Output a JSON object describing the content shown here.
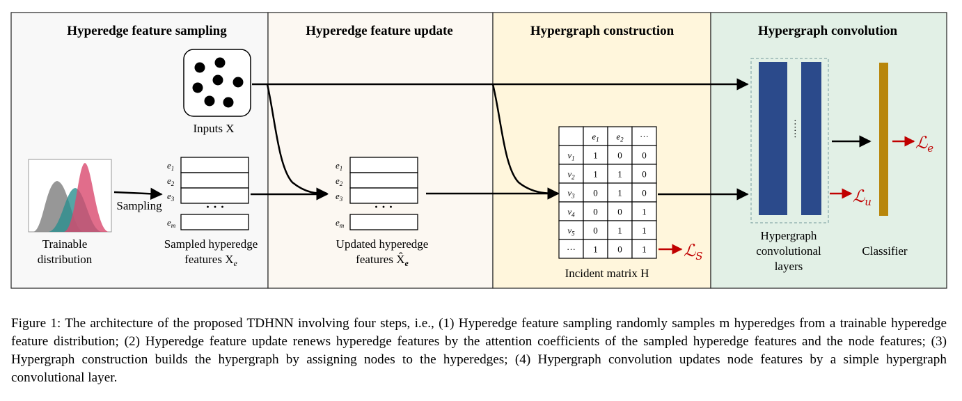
{
  "panels": {
    "sampling": {
      "title": "Hyperedge feature sampling",
      "bg": "#f8f8f8"
    },
    "update": {
      "title": "Hyperedge feature update",
      "bg": "#fcf8f2"
    },
    "construction": {
      "title": "Hypergraph construction",
      "bg": "#fff6dc"
    },
    "convolution": {
      "title": "Hypergraph convolution",
      "bg": "#e2f0e6"
    }
  },
  "labels": {
    "inputs": "Inputs X",
    "sampling_arrow": "Sampling",
    "trainable_1": "Trainable",
    "trainable_2": "distribution",
    "sampled_1": "Sampled hyperedge",
    "sampled_2": "features X",
    "sampled_sub": "e",
    "updated_1": "Updated hyperedge",
    "updated_2": "features X̂",
    "updated_sub": "e",
    "incident": "Incident matrix H",
    "hgc_1": "Hypergraph",
    "hgc_2": "convolutional",
    "hgc_3": "layers",
    "classifier": "Classifier"
  },
  "feature_rows": [
    "e1",
    "e2",
    "e3",
    "em"
  ],
  "feature_rows_display": [
    {
      "base": "e",
      "sub": "1"
    },
    {
      "base": "e",
      "sub": "2"
    },
    {
      "base": "e",
      "sub": "3"
    },
    {
      "base": "e",
      "sub": "m"
    }
  ],
  "incident_matrix": {
    "col_headers": [
      {
        "base": "",
        "sub": ""
      },
      {
        "base": "e",
        "sub": "1"
      },
      {
        "base": "e",
        "sub": "2"
      },
      {
        "base": "",
        "sub": "",
        "text": "···"
      }
    ],
    "rows": [
      {
        "label": {
          "base": "v",
          "sub": "1"
        },
        "values": [
          "1",
          "0",
          "0"
        ]
      },
      {
        "label": {
          "base": "v",
          "sub": "2"
        },
        "values": [
          "1",
          "1",
          "0"
        ]
      },
      {
        "label": {
          "base": "v",
          "sub": "3"
        },
        "values": [
          "0",
          "1",
          "0"
        ]
      },
      {
        "label": {
          "base": "v",
          "sub": "4"
        },
        "values": [
          "0",
          "0",
          "1"
        ]
      },
      {
        "label": {
          "base": "v",
          "sub": "5"
        },
        "values": [
          "0",
          "1",
          "1"
        ]
      },
      {
        "label": {
          "base": "···",
          "sub": ""
        },
        "values": [
          "1",
          "0",
          "1"
        ]
      }
    ]
  },
  "losses": {
    "s": {
      "base": "ℒ",
      "sub": "S"
    },
    "u": {
      "base": "ℒ",
      "sub": "u"
    },
    "e": {
      "base": "ℒ",
      "sub": "e"
    }
  },
  "colors": {
    "layer_blue": "#2b4a8b",
    "classifier_gold": "#b8860b",
    "loss_red": "#c00000",
    "dist_gray": "#8c8c8c",
    "dist_teal": "#2a8f8f",
    "dist_pink": "#d9486e"
  },
  "caption": "Figure 1: The architecture of the proposed TDHNN involving four steps, i.e., (1) Hyperedge feature sampling randomly samples m hyperedges from a trainable hyperedge feature distribution; (2) Hyperedge feature update renews hyperedge features by the attention coefficients of the sampled hyperedge features and the node features; (3) Hypergraph construction builds the hypergraph by assigning nodes to the hyperedges; (4) Hypergraph convolution updates node features by a simple hypergraph convolutional layer."
}
